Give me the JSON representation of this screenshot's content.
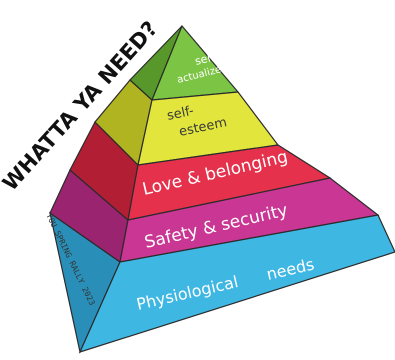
{
  "heading": "WHATTA YA NEED?",
  "side_text": "YOU SPRING RALLY 2023",
  "levels": [
    {
      "label_line1": "Physiological",
      "label_line2": "needs",
      "color": "#3fb7e3",
      "side_color": "#2a8fb8"
    },
    {
      "label_line1": "Safety & security",
      "label_line2": "",
      "color": "#c93693",
      "side_color": "#9a2470"
    },
    {
      "label_line1": "Love & belonging",
      "label_line2": "",
      "color": "#e5314b",
      "side_color": "#b21f35"
    },
    {
      "label_line1": "self-",
      "label_line2": "esteem",
      "color": "#e2e63c",
      "side_color": "#b1b421"
    },
    {
      "label_line1": "self-",
      "label_line2": "actualize",
      "color": "#7cc443",
      "side_color": "#58982a"
    }
  ],
  "colors": {
    "outline": "#2b2b2b",
    "heading": "#111111"
  }
}
